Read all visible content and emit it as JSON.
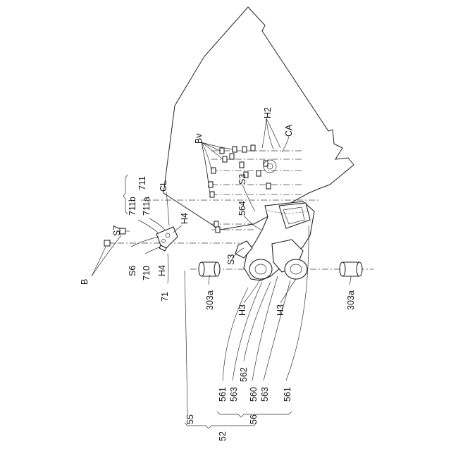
{
  "figure": {
    "labels": {
      "B": "B",
      "S7": "S7",
      "S6": "S6",
      "n710": "710",
      "H4a": "H4",
      "H4b": "H4",
      "n71": "71",
      "n711b": "711b",
      "n711a": "711a",
      "n711": "711",
      "CL": "CL",
      "Bv": "Bv",
      "S3a": "S3",
      "S3b": "S3",
      "n564": "564",
      "H2": "H2",
      "CA": "CA",
      "n303a_left": "303a",
      "n303a_right": "303a",
      "H3a": "H3",
      "H3b": "H3",
      "n55": "55",
      "n561a": "561",
      "n563a": "563",
      "n562": "562",
      "n560": "560",
      "n563b": "563",
      "n561b": "561",
      "n56": "56",
      "n52": "52"
    }
  }
}
